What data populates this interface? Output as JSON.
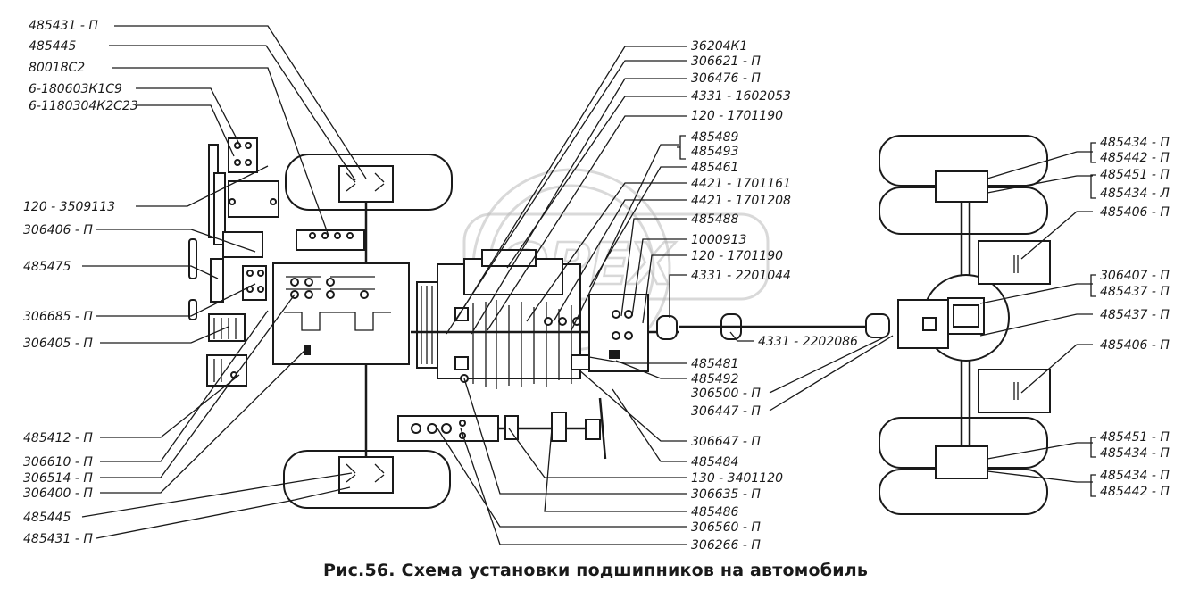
{
  "caption": "Рис.56. Схема установки подшипников на автомобиль",
  "watermark": {
    "text": "OPEX",
    "color": "#b9b9b9"
  },
  "colors": {
    "ink": "#1a1a1a",
    "paper": "#ffffff"
  },
  "labels": {
    "left": [
      "485431 - П",
      "485445",
      "80018С2",
      "6-180603К1С9",
      "6-1180304К2С23",
      "120 - 3509113",
      "306406 - П",
      "485475",
      "306685 - П",
      "306405 - П",
      "485412 - П",
      "306610 - П",
      "306514 - П",
      "306400 - П",
      "485445",
      "485431 - П"
    ],
    "center": [
      "36204К1",
      "306621 - П",
      "306476 - П",
      "4331 - 1602053",
      "120 - 1701190",
      "485489",
      "485493",
      "485461",
      "4421 - 1701161",
      "4421 - 1701208",
      "485488",
      "1000913",
      "120 - 1701190",
      "4331 - 2201044",
      "4331 - 2202086",
      "485481",
      "485492",
      "306500 - П",
      "306447 - П",
      "306647 - П",
      "485484",
      "130 - 3401120",
      "306635 - П",
      "485486",
      "306560 - П",
      "306266 - П"
    ],
    "right": [
      "485434 - П",
      "485442 - П",
      "485451 - П",
      "485434 - Л",
      "485406 - П",
      "306407 - П",
      "485437 - П",
      "485437 - П",
      "485406 - П",
      "485451 - П",
      "485434 - П",
      "485434 - П",
      "485442 - П"
    ]
  }
}
